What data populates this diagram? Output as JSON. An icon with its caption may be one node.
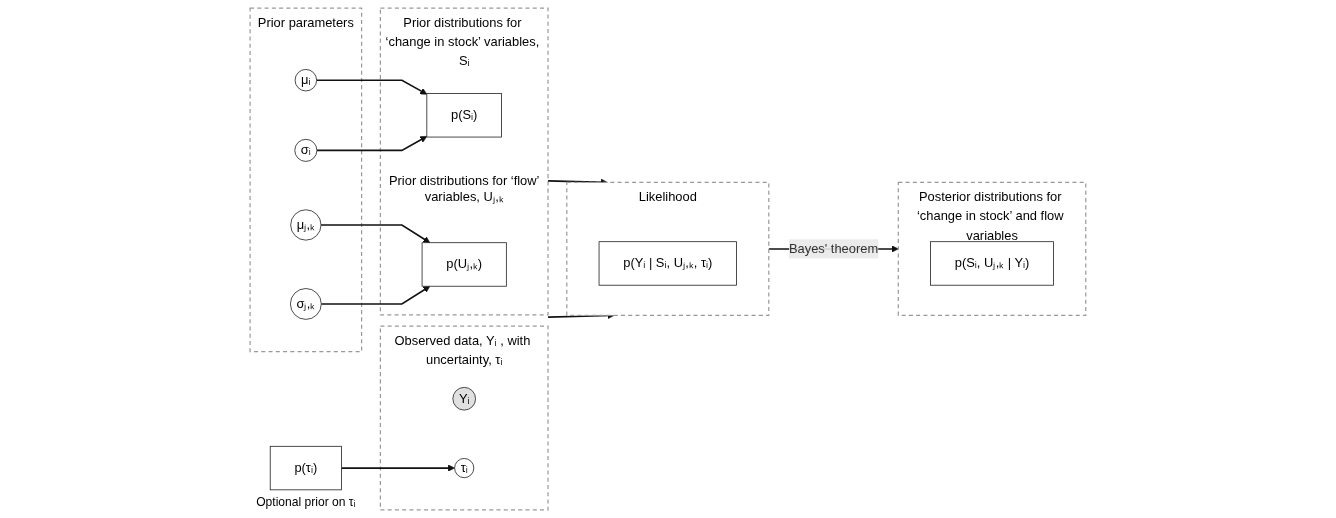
{
  "diagram": {
    "nodes": [
      {
        "text": [
          "Prior parameters"
        ]
      },
      {
        "text": [
          "μᵢ"
        ],
        "in": 0
      },
      {
        "text": [
          "σᵢ"
        ],
        "in": 0
      },
      {
        "text": [
          "μⱼ,ₖ"
        ],
        "in": 0
      },
      {
        "text": [
          "σⱼ,ₖ"
        ],
        "in": 0
      },
      {
        "text": [
          "Prior distributions for ‘change in stock’ variables, Sᵢ",
          "Prior distributions for ‘flow’ variables, Uⱼ,ₖ"
        ]
      },
      {
        "text": [
          "p(Sᵢ)"
        ],
        "in": 5
      },
      {
        "text": [
          "p(Uⱼ,ₖ)"
        ],
        "in": 5
      },
      {
        "text": [
          "Likelihood"
        ]
      },
      {
        "text": [
          "p(Yᵢ | Sᵢ, Uⱼ,ₖ, τᵢ)"
        ],
        "in": 8
      },
      {
        "text": [
          "Observed data, Yᵢ , with uncertainty, τᵢ"
        ]
      },
      {
        "text": [
          "Yᵢ"
        ],
        "in": 10
      },
      {
        "text": [
          "τᵢ"
        ],
        "in": 10
      },
      {
        "text": [
          "p(τᵢ)"
        ],
        "beside": [
          "Optional prior on τᵢ"
        ]
      },
      {
        "text": [
          "Posterior distributions for ‘change in stock’ and flow variables"
        ]
      },
      {
        "text": [
          "p(Sᵢ, Uⱼ,ₖ | Yᵢ)"
        ],
        "in": 14
      }
    ],
    "edges": [
      {
        "from": 1,
        "to": 6,
        "arrow": "to"
      },
      {
        "from": 2,
        "to": 6,
        "arrow": "to"
      },
      {
        "from": 3,
        "to": 7,
        "arrow": "to"
      },
      {
        "from": 4,
        "to": 7,
        "arrow": "to"
      },
      {
        "from": 5,
        "to": 8,
        "arrow": "to"
      },
      {
        "from": 8,
        "to": 14,
        "label": "Bayes' theorem",
        "arrow": "to"
      },
      {
        "from": 10,
        "to": 8,
        "arrow": "to"
      },
      {
        "from": 13,
        "to": 12,
        "arrow": "to"
      }
    ]
  }
}
